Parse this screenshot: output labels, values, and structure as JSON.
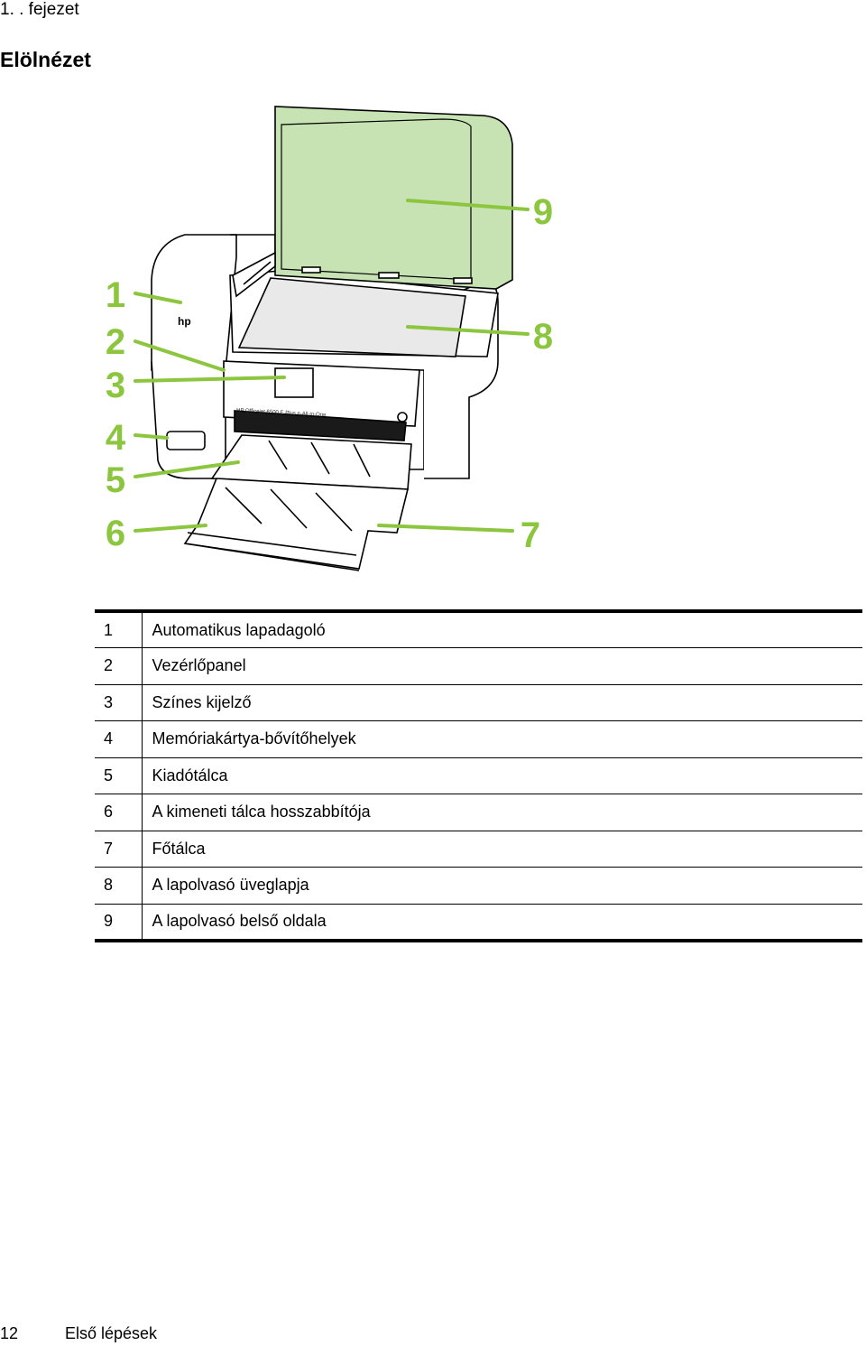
{
  "header": {
    "chapter": "1. . fejezet"
  },
  "section": {
    "title": "Elölnézet"
  },
  "figure": {
    "callout_color": "#8cc63f",
    "callout_numbers": [
      "1",
      "2",
      "3",
      "4",
      "5",
      "6",
      "7",
      "8",
      "9"
    ],
    "brand_mark": "hp",
    "model_text": "HP Officejet 6500 E Plus e-All-in-One"
  },
  "parts": [
    {
      "num": "1",
      "label": "Automatikus lapadagoló"
    },
    {
      "num": "2",
      "label": "Vezérlőpanel"
    },
    {
      "num": "3",
      "label": "Színes kijelző"
    },
    {
      "num": "4",
      "label": "Memóriakártya-bővítőhelyek"
    },
    {
      "num": "5",
      "label": "Kiadótálca"
    },
    {
      "num": "6",
      "label": "A kimeneti tálca hosszabbítója"
    },
    {
      "num": "7",
      "label": "Főtálca"
    },
    {
      "num": "8",
      "label": "A lapolvasó üveglapja"
    },
    {
      "num": "9",
      "label": "A lapolvasó belső oldala"
    }
  ],
  "footer": {
    "page_number": "12",
    "section_name": "Első lépések"
  }
}
